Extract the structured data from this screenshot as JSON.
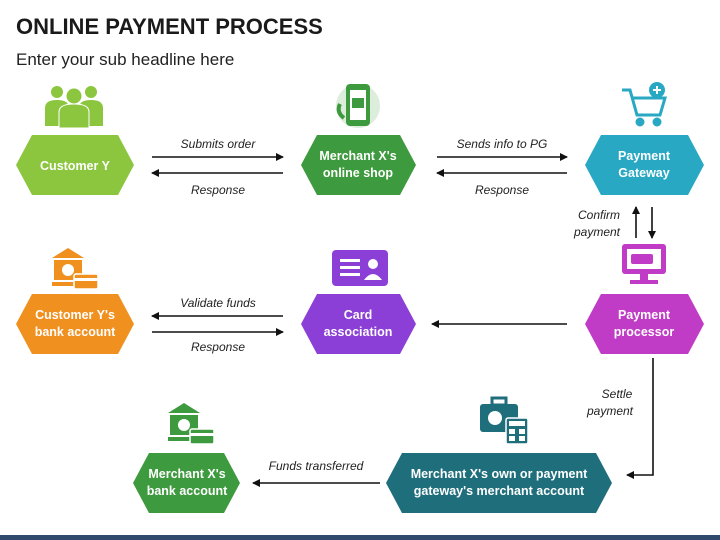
{
  "title": "ONLINE PAYMENT PROCESS",
  "subtitle": "Enter your sub headline here",
  "nodes": {
    "customer_y": [
      "Customer Y"
    ],
    "merchant_shop": [
      "Merchant X's",
      "online shop"
    ],
    "payment_gateway": [
      "Payment",
      "Gateway"
    ],
    "customer_bank": [
      "Customer Y's",
      "bank account"
    ],
    "card_association": [
      "Card",
      "association"
    ],
    "payment_processor": [
      "Payment",
      "processor"
    ],
    "merchant_bank": [
      "Merchant X's",
      "bank account"
    ],
    "merchant_own_account": [
      "Merchant X's own or payment",
      "gateway's merchant account"
    ]
  },
  "edges": {
    "submits_order": [
      "Submits order"
    ],
    "response_1": [
      "Response"
    ],
    "sends_info": [
      "Sends info to PG"
    ],
    "response_2": [
      "Response"
    ],
    "confirm_payment": [
      "Confirm",
      "payment"
    ],
    "validate_funds": [
      "Validate funds"
    ],
    "response_3": [
      "Response"
    ],
    "settle_payment": [
      "Settle",
      "payment"
    ],
    "funds_transferred": [
      "Funds transferred"
    ]
  },
  "colors": {
    "green": "#8cc63f",
    "blue": "#29a8c4",
    "orange": "#f0901e",
    "purple": "#8b3fd6",
    "magenta": "#c13cc6",
    "dark_green": "#3e9a3e",
    "teal": "#1f6e7c"
  },
  "icons": [
    "customers-icon",
    "mobile-shop-icon",
    "shopping-cart-icon",
    "bank-card-icon",
    "id-card-icon",
    "payment-terminal-icon",
    "bank-card-icon",
    "briefcase-calculator-icon"
  ]
}
